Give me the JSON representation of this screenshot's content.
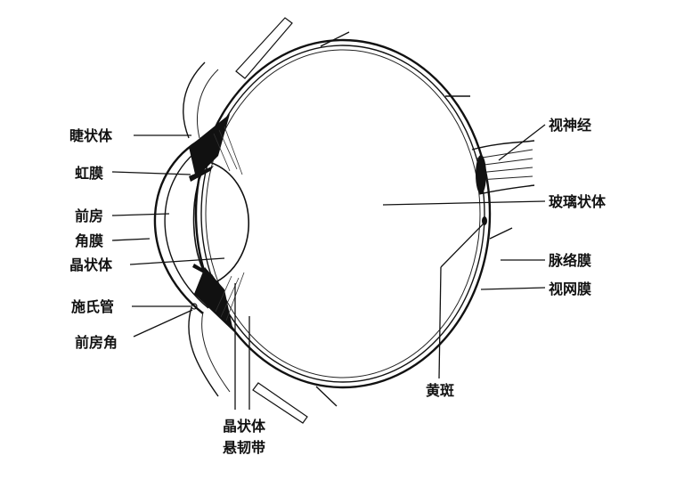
{
  "labels": {
    "ciliary_body": "睫状体",
    "iris": "虹膜",
    "anterior_chamber": "前房",
    "cornea": "角膜",
    "lens": "晶状体",
    "schlemm_canal": "施氏管",
    "chamber_angle": "前房角",
    "zonule_line1": "晶状体",
    "zonule_line2": "悬韧带",
    "optic_nerve": "视神经",
    "vitreous_body": "玻璃状体",
    "choroid": "脉络膜",
    "retina": "视网膜",
    "macula": "黄斑"
  }
}
